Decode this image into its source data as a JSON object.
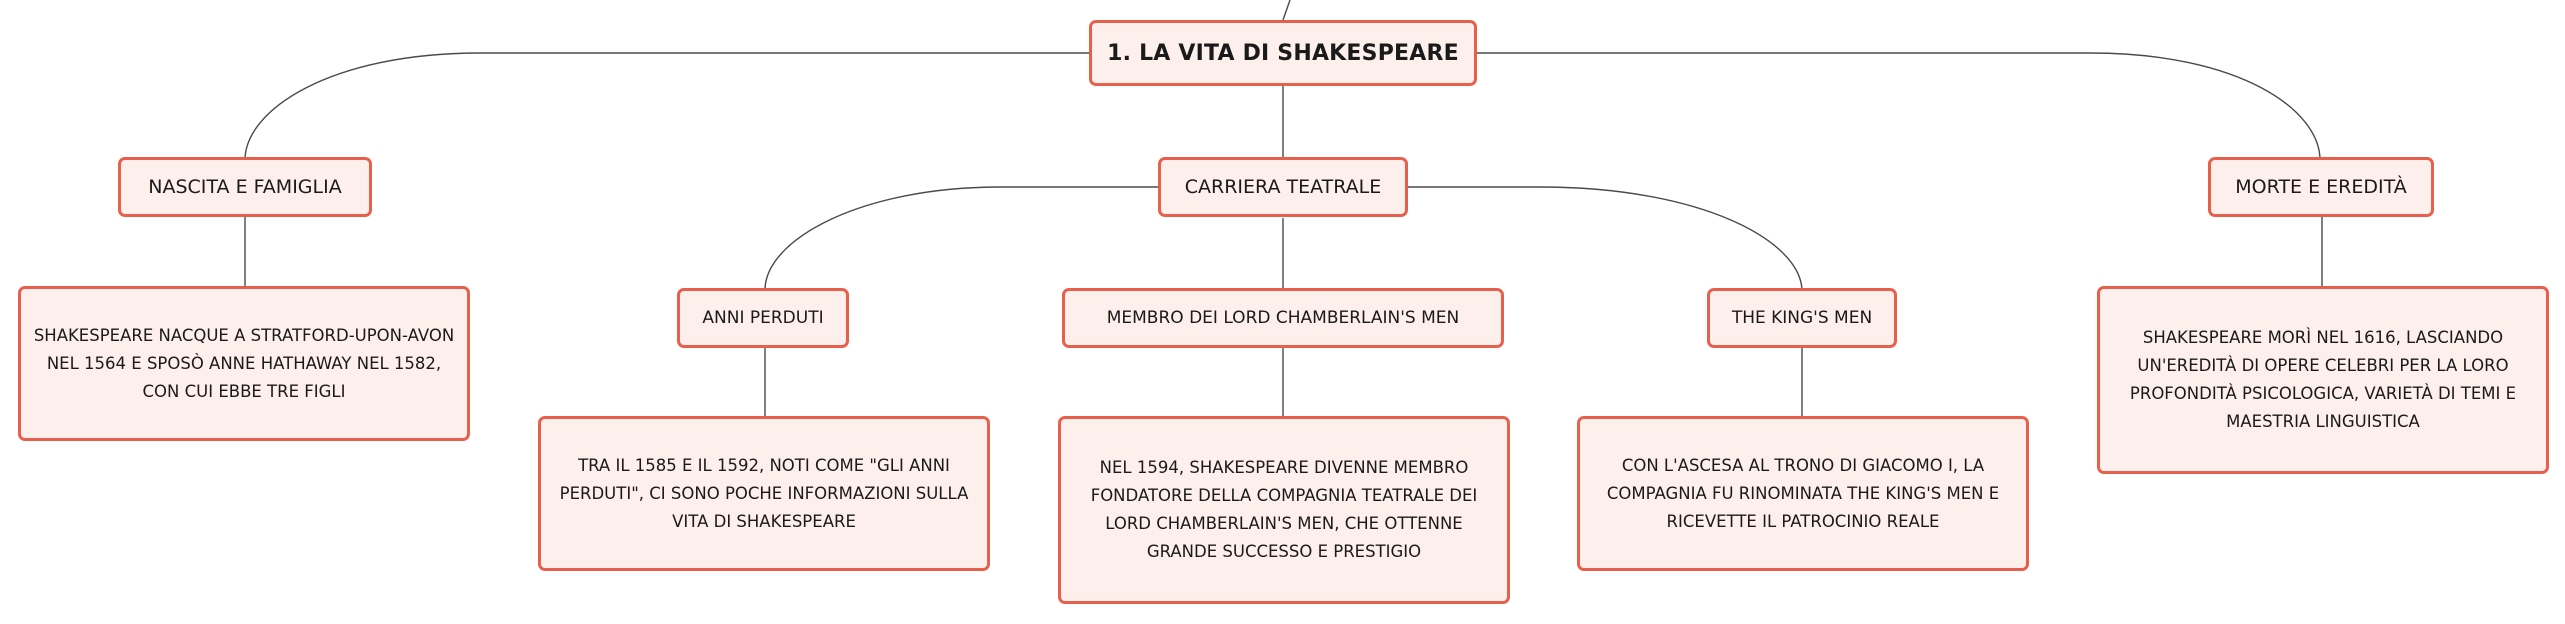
{
  "diagram": {
    "root": {
      "label": "1. LA VITA DI SHAKESPEARE"
    },
    "topics": [
      {
        "label": "NASCITA E FAMIGLIA",
        "detail": "SHAKESPEARE NACQUE A STRATFORD-UPON-AVON NEL 1564 E SPOSÒ ANNE HATHAWAY NEL 1582, CON CUI EBBE TRE FIGLI"
      },
      {
        "label": "CARRIERA TEATRALE",
        "subtopics": [
          {
            "label": "ANNI PERDUTI",
            "detail": "TRA IL 1585 E IL 1592, NOTI COME \"GLI ANNI PERDUTI\", CI SONO POCHE INFORMAZIONI SULLA VITA DI SHAKESPEARE"
          },
          {
            "label": "MEMBRO DEI LORD CHAMBERLAIN'S MEN",
            "detail": "NEL 1594, SHAKESPEARE DIVENNE MEMBRO FONDATORE DELLA COMPAGNIA TEATRALE DEI LORD CHAMBERLAIN'S MEN, CHE OTTENNE GRANDE SUCCESSO E PRESTIGIO"
          },
          {
            "label": "THE KING'S MEN",
            "detail": "CON L'ASCESA AL TRONO DI GIACOMO I, LA COMPAGNIA FU RINOMINATA THE KING'S MEN E RICEVETTE IL PATROCINIO REALE"
          }
        ]
      },
      {
        "label": "MORTE E EREDITÀ",
        "detail": "SHAKESPEARE MORÌ NEL 1616, LASCIANDO UN'EREDITÀ DI OPERE CELEBRI PER LA LORO PROFONDITÀ PSICOLOGICA, VARIETÀ DI TEMI E MAESTRIA LINGUISTICA"
      }
    ]
  },
  "colors": {
    "node_border": "#e8604c",
    "node_fill": "#fcefec",
    "connector": "#4a4a4a",
    "text": "#1a1a1a"
  }
}
